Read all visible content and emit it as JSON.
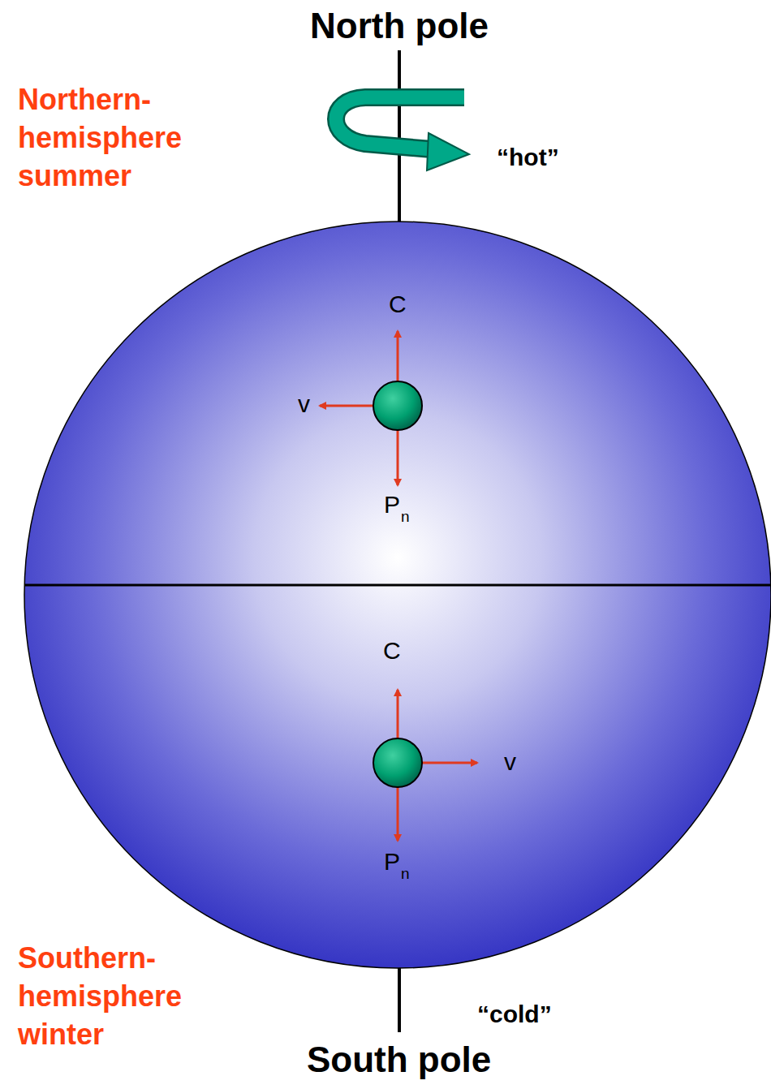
{
  "diagram": {
    "labels": [
      "North pole",
      "Northern-hemisphere summer",
      "“hot”",
      "C",
      "v",
      "P",
      "n",
      "C",
      "v",
      "P",
      "n",
      "Southern-hemisphere winter",
      "“cold”",
      "South pole"
    ]
  }
}
